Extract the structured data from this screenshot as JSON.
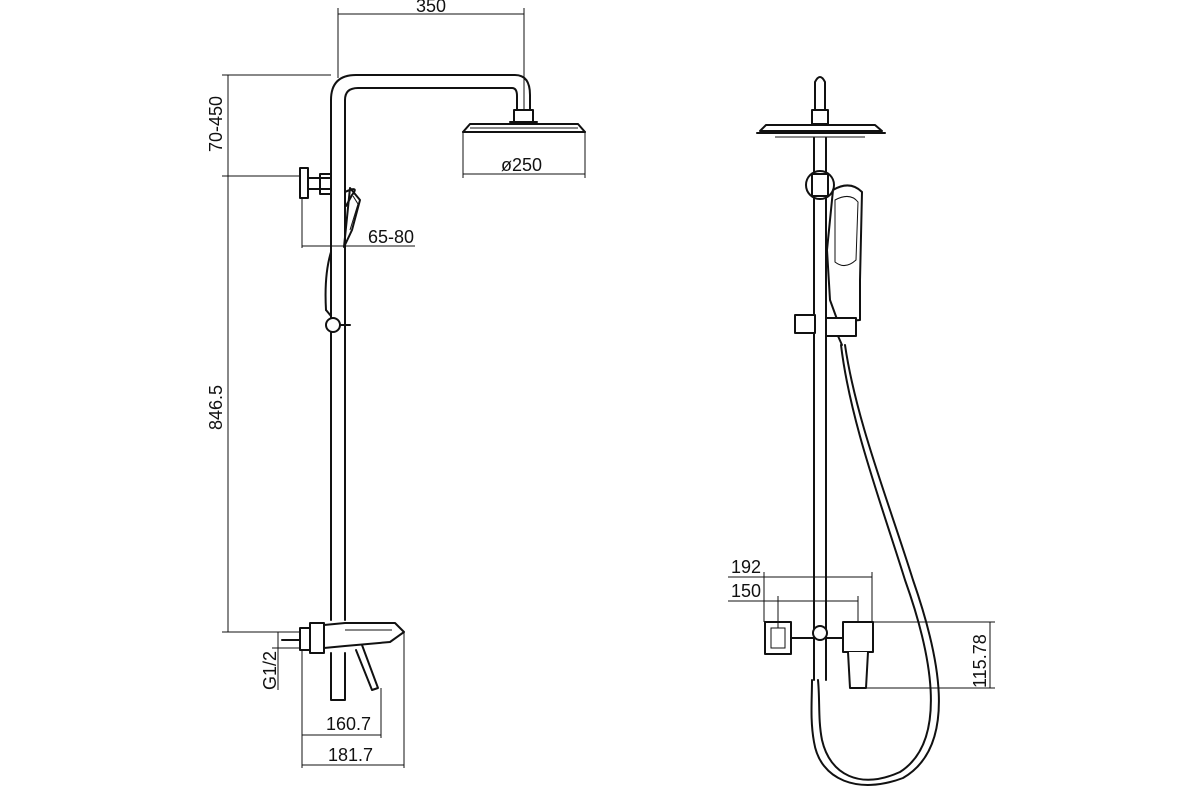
{
  "dimensions": {
    "top_arm_width": "350",
    "arm_height_range": "70-450",
    "head_diameter": "ø250",
    "holder_offset": "65-80",
    "riser_height": "846.5",
    "inlet_thread": "G1/2",
    "spout_reach": "160.7",
    "total_depth": "181.7",
    "mixer_width": "192",
    "inlet_spacing": "150",
    "mixer_height": "115.78"
  },
  "colors": {
    "line": "#111111",
    "background": "#ffffff"
  }
}
